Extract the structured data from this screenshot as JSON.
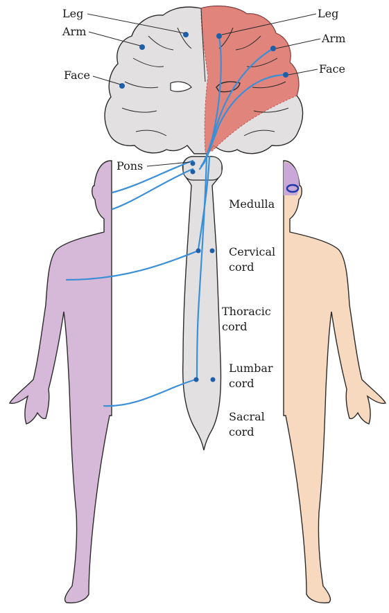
{
  "colors": {
    "tract": "#3a8fd6",
    "dot": "#1f5fa8",
    "cortex": "#e2e0e0",
    "lesion": "#e0756b",
    "body_left": "#d6b9d8",
    "body_right": "#f6d9bf",
    "outline": "#2a2a2a"
  },
  "labels": {
    "leg_left": "Leg",
    "arm_left": "Arm",
    "face_left": "Face",
    "leg_right": "Leg",
    "arm_right": "Arm",
    "face_right": "Face",
    "pons": "Pons",
    "medulla": "Medulla",
    "cervical_1": "Cervical",
    "cervical_2": "cord",
    "thoracic_1": "Thoracic",
    "thoracic_2": "cord",
    "lumbar_1": "Lumbar",
    "lumbar_2": "cord",
    "sacral_1": "Sacral",
    "sacral_2": "cord"
  }
}
